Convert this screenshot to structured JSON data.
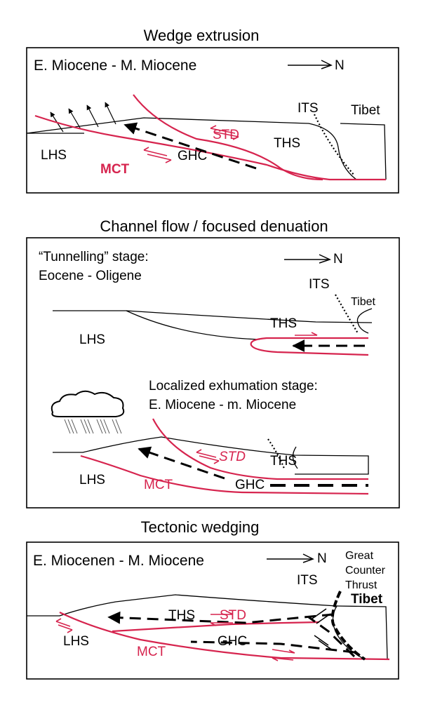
{
  "panels": [
    {
      "title": "Wedge extrusion",
      "period": "E. Miocene - M. Miocene",
      "north": "N",
      "labels": {
        "its": "ITS",
        "tibet": "Tibet",
        "std": "STD",
        "ths": "THS",
        "lhs": "LHS",
        "ghc": "GHC",
        "mct": "MCT"
      }
    },
    {
      "title": "Channel flow / focused denuation",
      "stage1": {
        "line1": "“Tunnelling” stage:",
        "line2": "Eocene - Oligene"
      },
      "north": "N",
      "labels1": {
        "its": "ITS",
        "tibet": "Tibet",
        "ths": "THS",
        "lhs": "LHS"
      },
      "stage2": {
        "line1": "Localized exhumation stage:",
        "line2": "E. Miocene - m. Miocene"
      },
      "labels2": {
        "std": "STD",
        "ths": "THS",
        "lhs": "LHS",
        "mct": "MCT",
        "ghc": "GHC"
      }
    },
    {
      "title": "Tectonic wedging",
      "period": "E. Miocenen - M. Miocene",
      "north": "N",
      "gct": [
        "Great",
        "Counter",
        "Thrust"
      ],
      "labels": {
        "its": "ITS",
        "tibet": "Tibet",
        "ths": "THS",
        "std": "STD",
        "lhs": "LHS",
        "ghc": "GHC",
        "mct": "MCT"
      }
    }
  ],
  "colors": {
    "fault": "#d6244e",
    "line": "#000000"
  }
}
